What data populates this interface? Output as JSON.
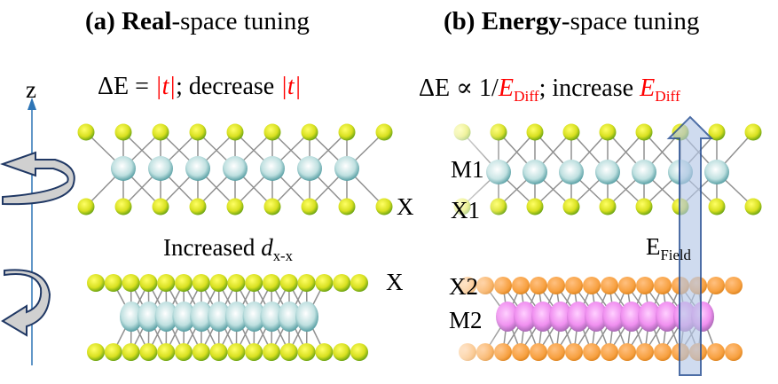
{
  "panel_a": {
    "title_prefix": "(a) ",
    "title_bold": "Real",
    "title_rest": "-space tuning",
    "eq_prefix": "ΔE = ",
    "eq_t1": "|t|",
    "eq_mid": "; decrease ",
    "eq_t2": "|t|",
    "axis_label": "z",
    "layer_label_top": "X",
    "layer_label_bottom": "X",
    "caption_text": "Increased ",
    "caption_var": "d",
    "caption_sub": "x-x"
  },
  "panel_b": {
    "title_prefix": "(b) ",
    "title_bold": "Energy",
    "title_rest": "-space tuning",
    "eq_prefix": "ΔE ∝ 1/",
    "eq_var1": "E",
    "eq_sub1": "Diff",
    "eq_mid": "; increase ",
    "eq_var2": "E",
    "eq_sub2": "Diff",
    "label_m1": "M1",
    "label_x1": "X1",
    "label_x2": "X2",
    "label_m2": "M2",
    "field_label": "E",
    "field_sub": "Field"
  },
  "colors": {
    "red": "#ff0000",
    "axis": "#2e75b6",
    "arrow_fill": "#b4c7e7",
    "arrow_stroke": "#2f5597"
  }
}
